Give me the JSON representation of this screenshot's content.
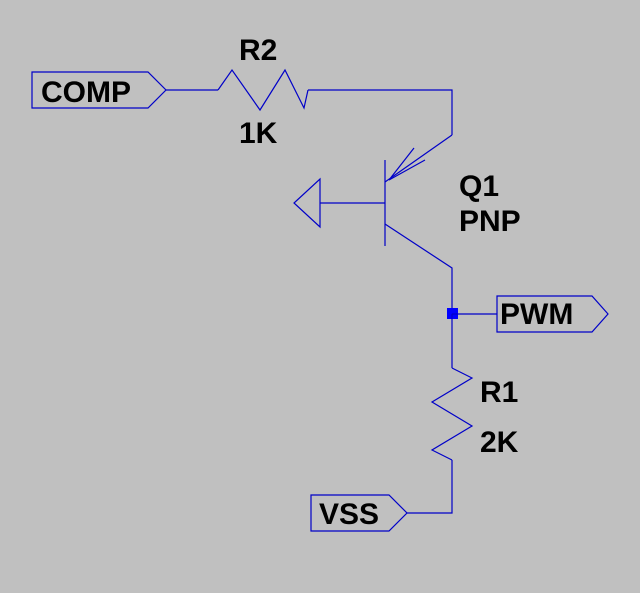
{
  "colors": {
    "background": "#c0c0c0",
    "wire": "#0000c8",
    "text": "#000000"
  },
  "components": {
    "r2": {
      "ref": "R2",
      "value": "1K"
    },
    "r1": {
      "ref": "R1",
      "value": "2K"
    },
    "q1": {
      "ref": "Q1",
      "type": "PNP"
    }
  },
  "net_labels": {
    "comp": "COMP",
    "pwm": "PWM",
    "vss": "VSS"
  },
  "symbols": {
    "ground": "ground-symbol-icon",
    "junction": "junction-dot-icon"
  }
}
